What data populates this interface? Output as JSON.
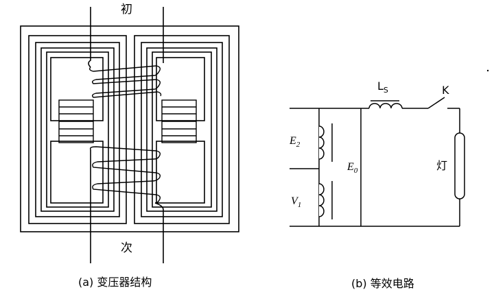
{
  "figure_a": {
    "primary_label": "初",
    "secondary_label": "次",
    "caption": "(a) 变压器结构"
  },
  "figure_b": {
    "caption": "(b) 等效电路",
    "e2_main": "E",
    "e2_sub": "2",
    "v1_main": "V",
    "v1_sub": "1",
    "e0_main": "E",
    "e0_sub": "0",
    "ls_main": "L",
    "ls_sub": "S",
    "switch_label": "K",
    "lamp_label": "灯"
  }
}
